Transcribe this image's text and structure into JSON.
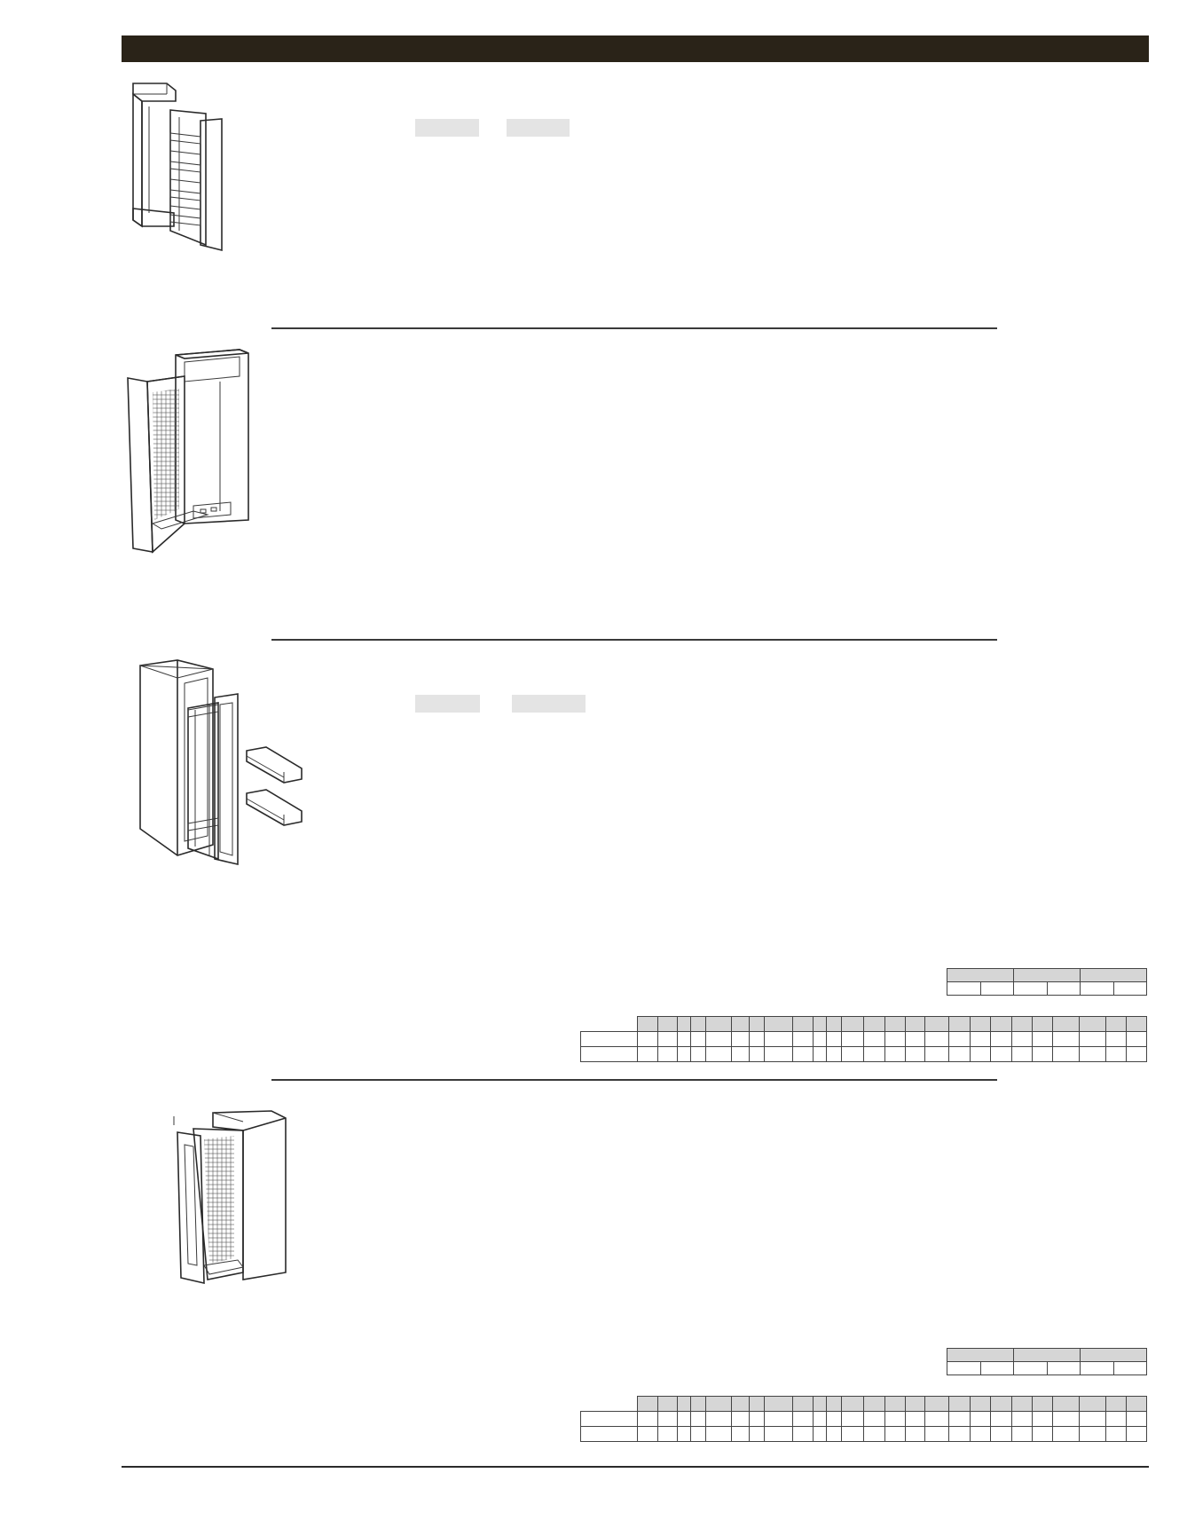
{
  "page": {
    "header_bar_color": "#2a2318",
    "chip_color": "#e4e4e4"
  },
  "sections": [
    {
      "illustration": "pullout-cabinet-with-shelves-icon",
      "chips": [
        "",
        ""
      ]
    },
    {
      "illustration": "pullout-cabinet-with-pegboard-icon",
      "chips": []
    },
    {
      "illustration": "tall-pullout-cabinet-with-trays-icon",
      "chips": [
        "",
        ""
      ],
      "table_header": {
        "group_columns": 3,
        "sub_columns": 6
      },
      "table_grid": {
        "rows": 3,
        "columns": 26
      }
    },
    {
      "illustration": "pullout-cabinet-with-door-icon",
      "table_header": {
        "group_columns": 3,
        "sub_columns": 6
      },
      "table_grid": {
        "rows": 3,
        "columns": 26
      }
    }
  ]
}
